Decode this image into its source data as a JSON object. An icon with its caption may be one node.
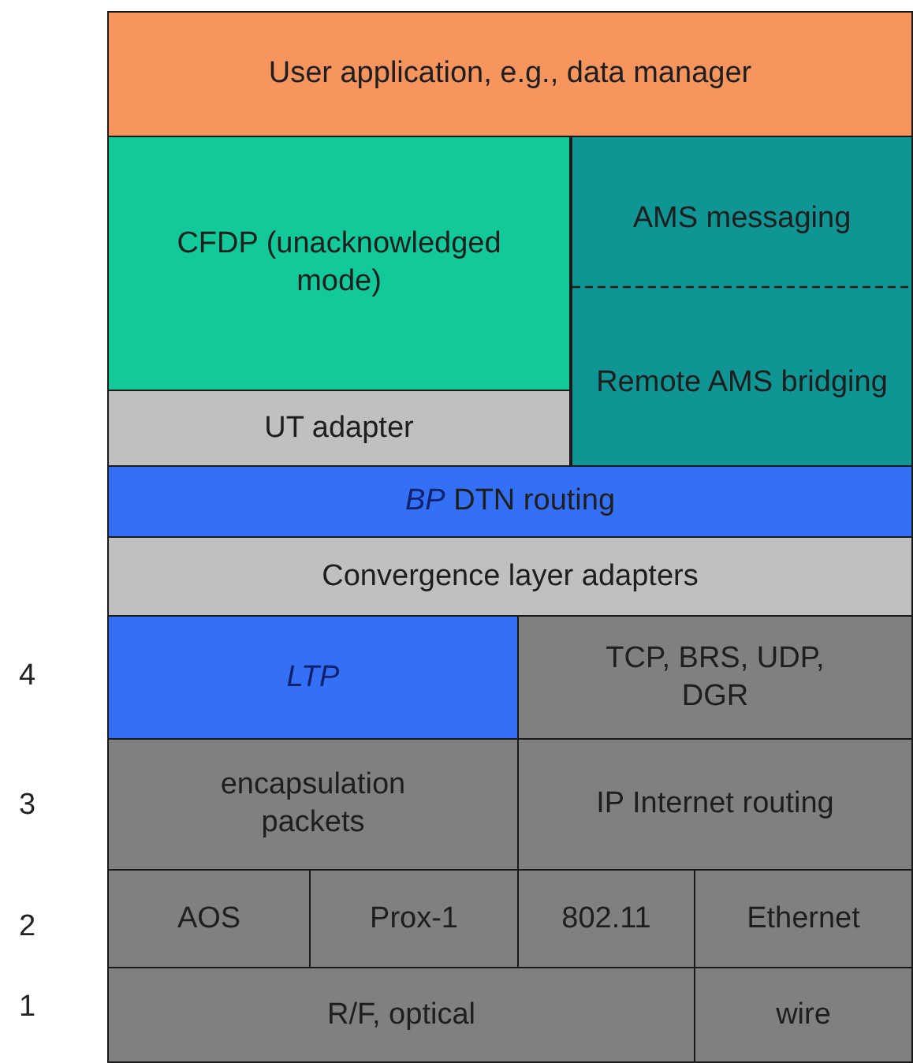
{
  "diagram": {
    "nodes": [
      {
        "text": [
          "User application, e.g., data manager"
        ]
      },
      {
        "text": [
          "CFDP (unacknowledged mode)"
        ]
      },
      {
        "text": [
          "UT adapter"
        ]
      },
      {
        "text": [
          "AMS messaging",
          "Remote AMS bridging"
        ]
      },
      {
        "text": [
          "*BP* DTN routing"
        ]
      },
      {
        "text": [
          "Convergence layer adapters"
        ]
      },
      {
        "text": [
          "LTP"
        ]
      },
      {
        "text": [
          "TCP, BRS, UDP, DGR"
        ]
      },
      {
        "text": [
          "encapsulation packets"
        ]
      },
      {
        "text": [
          "IP Internet routing"
        ]
      },
      {
        "text": [
          "AOS"
        ]
      },
      {
        "text": [
          "Prox-1"
        ]
      },
      {
        "text": [
          "802.11"
        ]
      },
      {
        "text": [
          "Ethernet"
        ]
      },
      {
        "text": [
          "R/F, optical"
        ]
      },
      {
        "text": [
          "wire"
        ]
      }
    ],
    "labels": [
      "4",
      "3",
      "2",
      "1"
    ]
  }
}
